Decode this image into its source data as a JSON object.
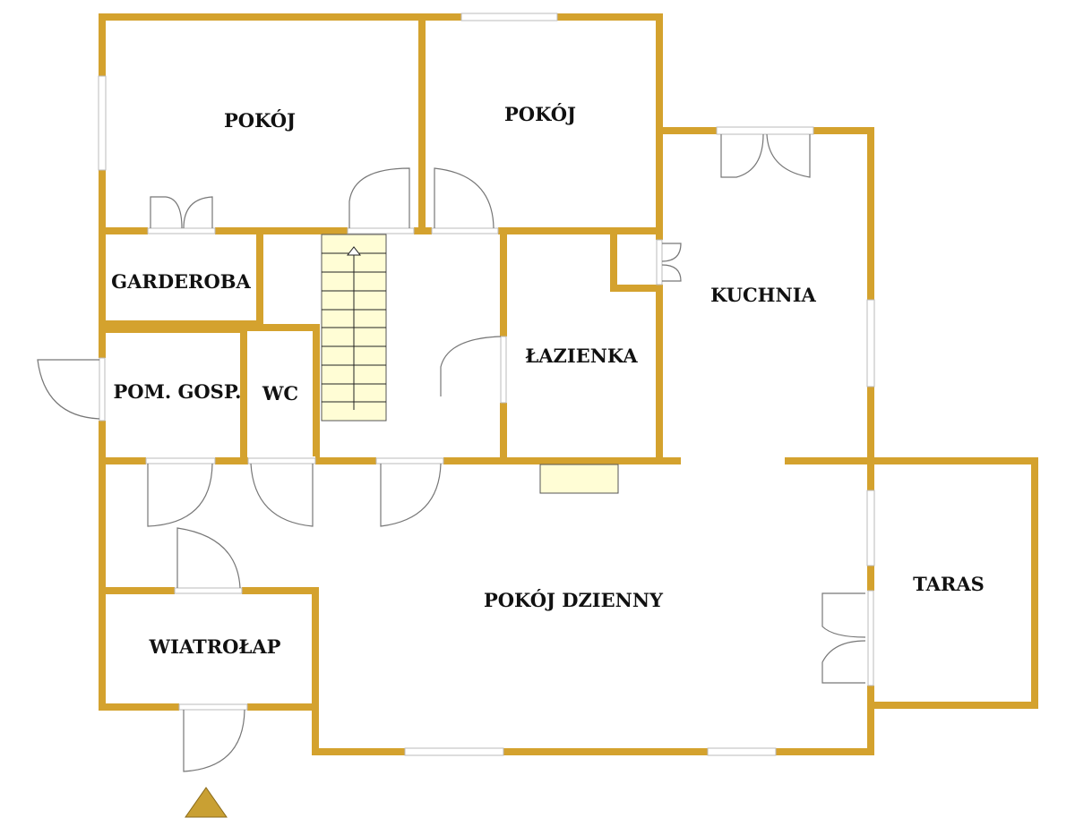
{
  "rooms": {
    "pokoj_1": "POKÓJ",
    "pokoj_2": "POKÓJ",
    "garderoba": "GARDEROBA",
    "pom_gosp": "POM. GOSP.",
    "wc": "WC",
    "lazienka": "ŁAZIENKA",
    "kuchnia": "KUCHNIA",
    "pokoj_dzienny": "POKÓJ DZIENNY",
    "taras": "TARAS",
    "wiatrolap": "WIATROŁAP"
  },
  "colors": {
    "wall": "#D4A22E",
    "stairs": "#FFFDD5"
  }
}
